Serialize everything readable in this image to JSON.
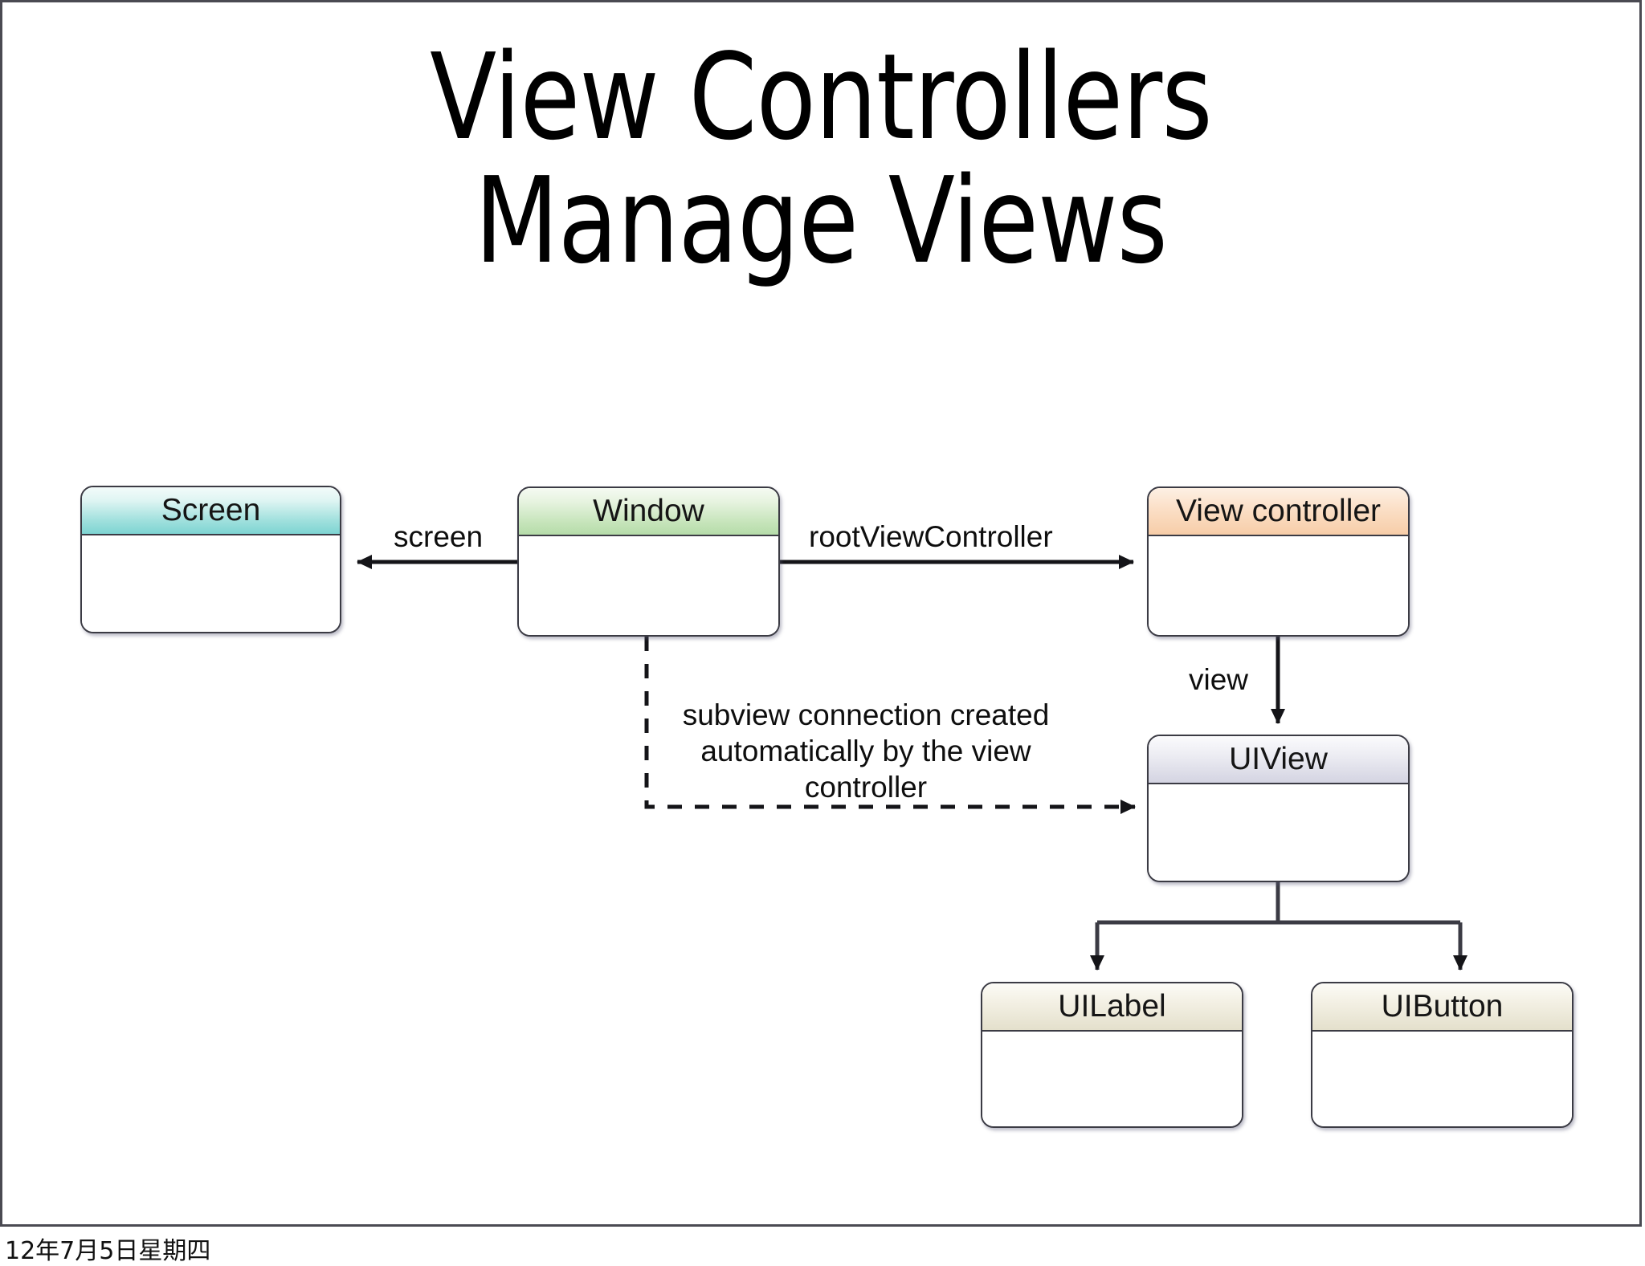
{
  "slide": {
    "title_line1": "View Controllers",
    "title_line2": "Manage Views",
    "footer_date": "12年7月5日星期四"
  },
  "diagram": {
    "type": "uml-object-diagram",
    "nodes": [
      {
        "id": "screen",
        "label": "Screen",
        "header_color": "#9fe0dd"
      },
      {
        "id": "window",
        "label": "Window",
        "header_color": "#c3e3b7"
      },
      {
        "id": "vc",
        "label": "View controller",
        "header_color": "#f7cda8"
      },
      {
        "id": "uiview",
        "label": "UIView",
        "header_color": "#d4d4e2"
      },
      {
        "id": "uilabel",
        "label": "UILabel",
        "header_color": "#e4e0cc"
      },
      {
        "id": "uibutton",
        "label": "UIButton",
        "header_color": "#e4e0cc"
      }
    ],
    "edges": [
      {
        "from": "window",
        "to": "screen",
        "label": "screen",
        "style": "solid"
      },
      {
        "from": "window",
        "to": "vc",
        "label": "rootViewController",
        "style": "solid"
      },
      {
        "from": "vc",
        "to": "uiview",
        "label": "view",
        "style": "solid"
      },
      {
        "from": "window",
        "to": "uiview",
        "label": "subview connection created automatically by the view controller",
        "style": "dashed"
      },
      {
        "from": "uiview",
        "to": "uilabel",
        "label": "",
        "style": "solid"
      },
      {
        "from": "uiview",
        "to": "uibutton",
        "label": "",
        "style": "solid"
      }
    ],
    "labels": {
      "screen": "screen",
      "root_view_controller": "rootViewController",
      "view": "view",
      "note_line1": "subview connection created",
      "note_line2": "automatically by the view",
      "note_line3": "controller"
    }
  }
}
